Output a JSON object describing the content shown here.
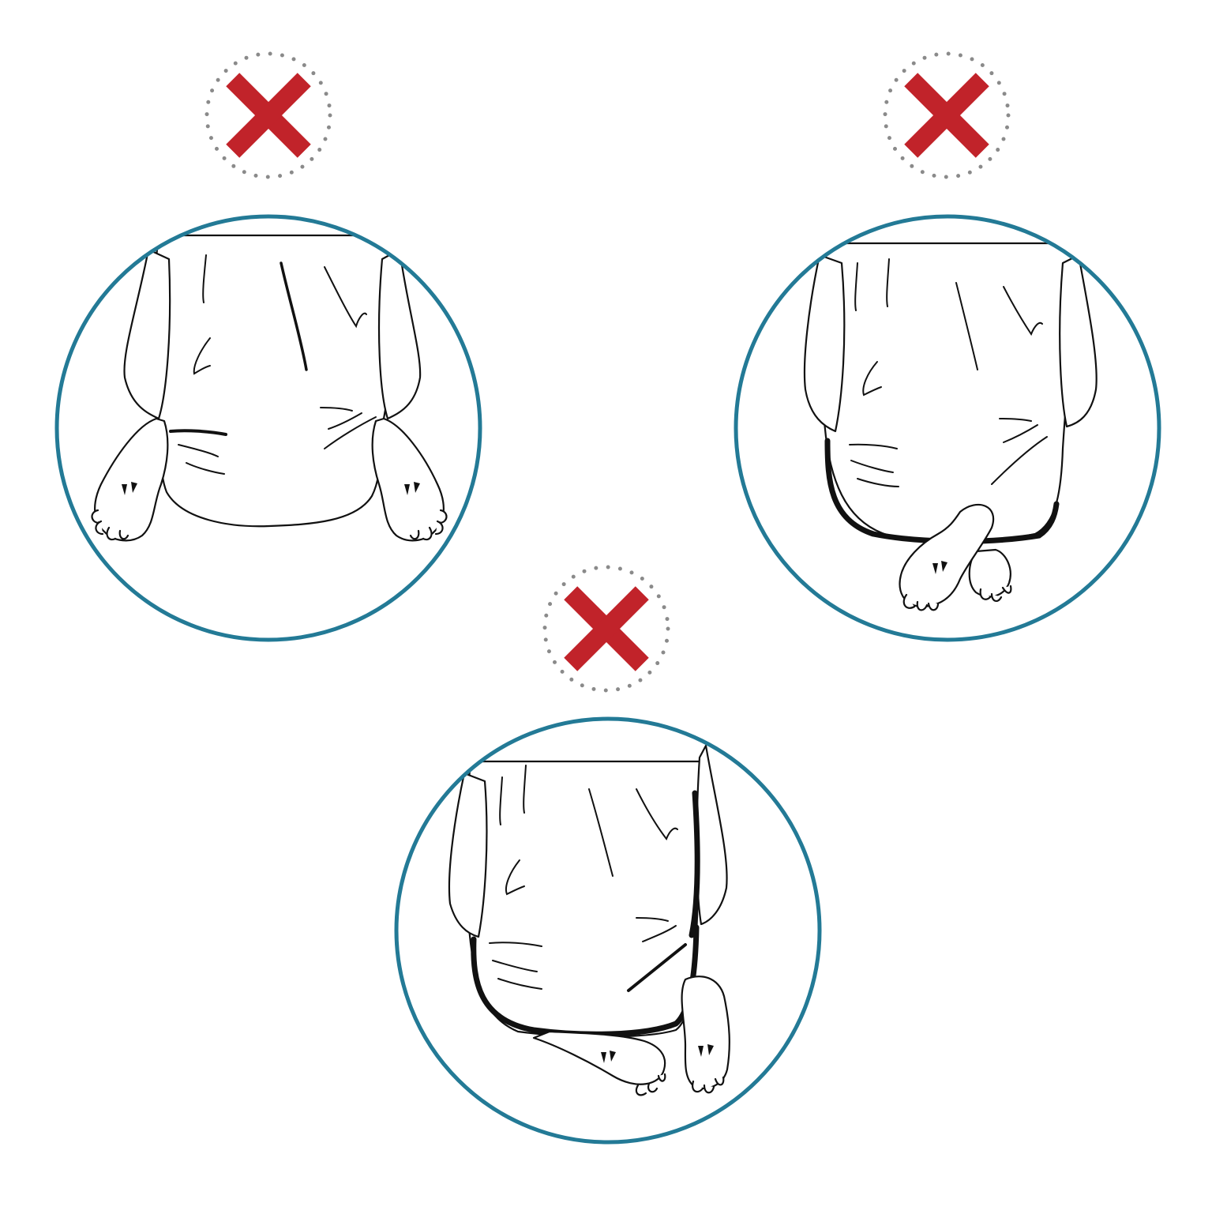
{
  "colors": {
    "circle_border": "#237a96",
    "cross": "#c1232a",
    "dot_ring": "#8a8a8a",
    "line_art": "#111111",
    "background": "#ffffff"
  },
  "panels": [
    {
      "id": "panel-1",
      "status": "incorrect",
      "badge_icon": "cross-mark-icon",
      "illustration": "baby-legs-splayed-apart-in-sleep-sack"
    },
    {
      "id": "panel-2",
      "status": "incorrect",
      "badge_icon": "cross-mark-icon",
      "illustration": "baby-legs-crossed-under-tight-band"
    },
    {
      "id": "panel-3",
      "status": "incorrect",
      "badge_icon": "cross-mark-icon",
      "illustration": "baby-legs-pulled-to-side-under-band"
    }
  ]
}
